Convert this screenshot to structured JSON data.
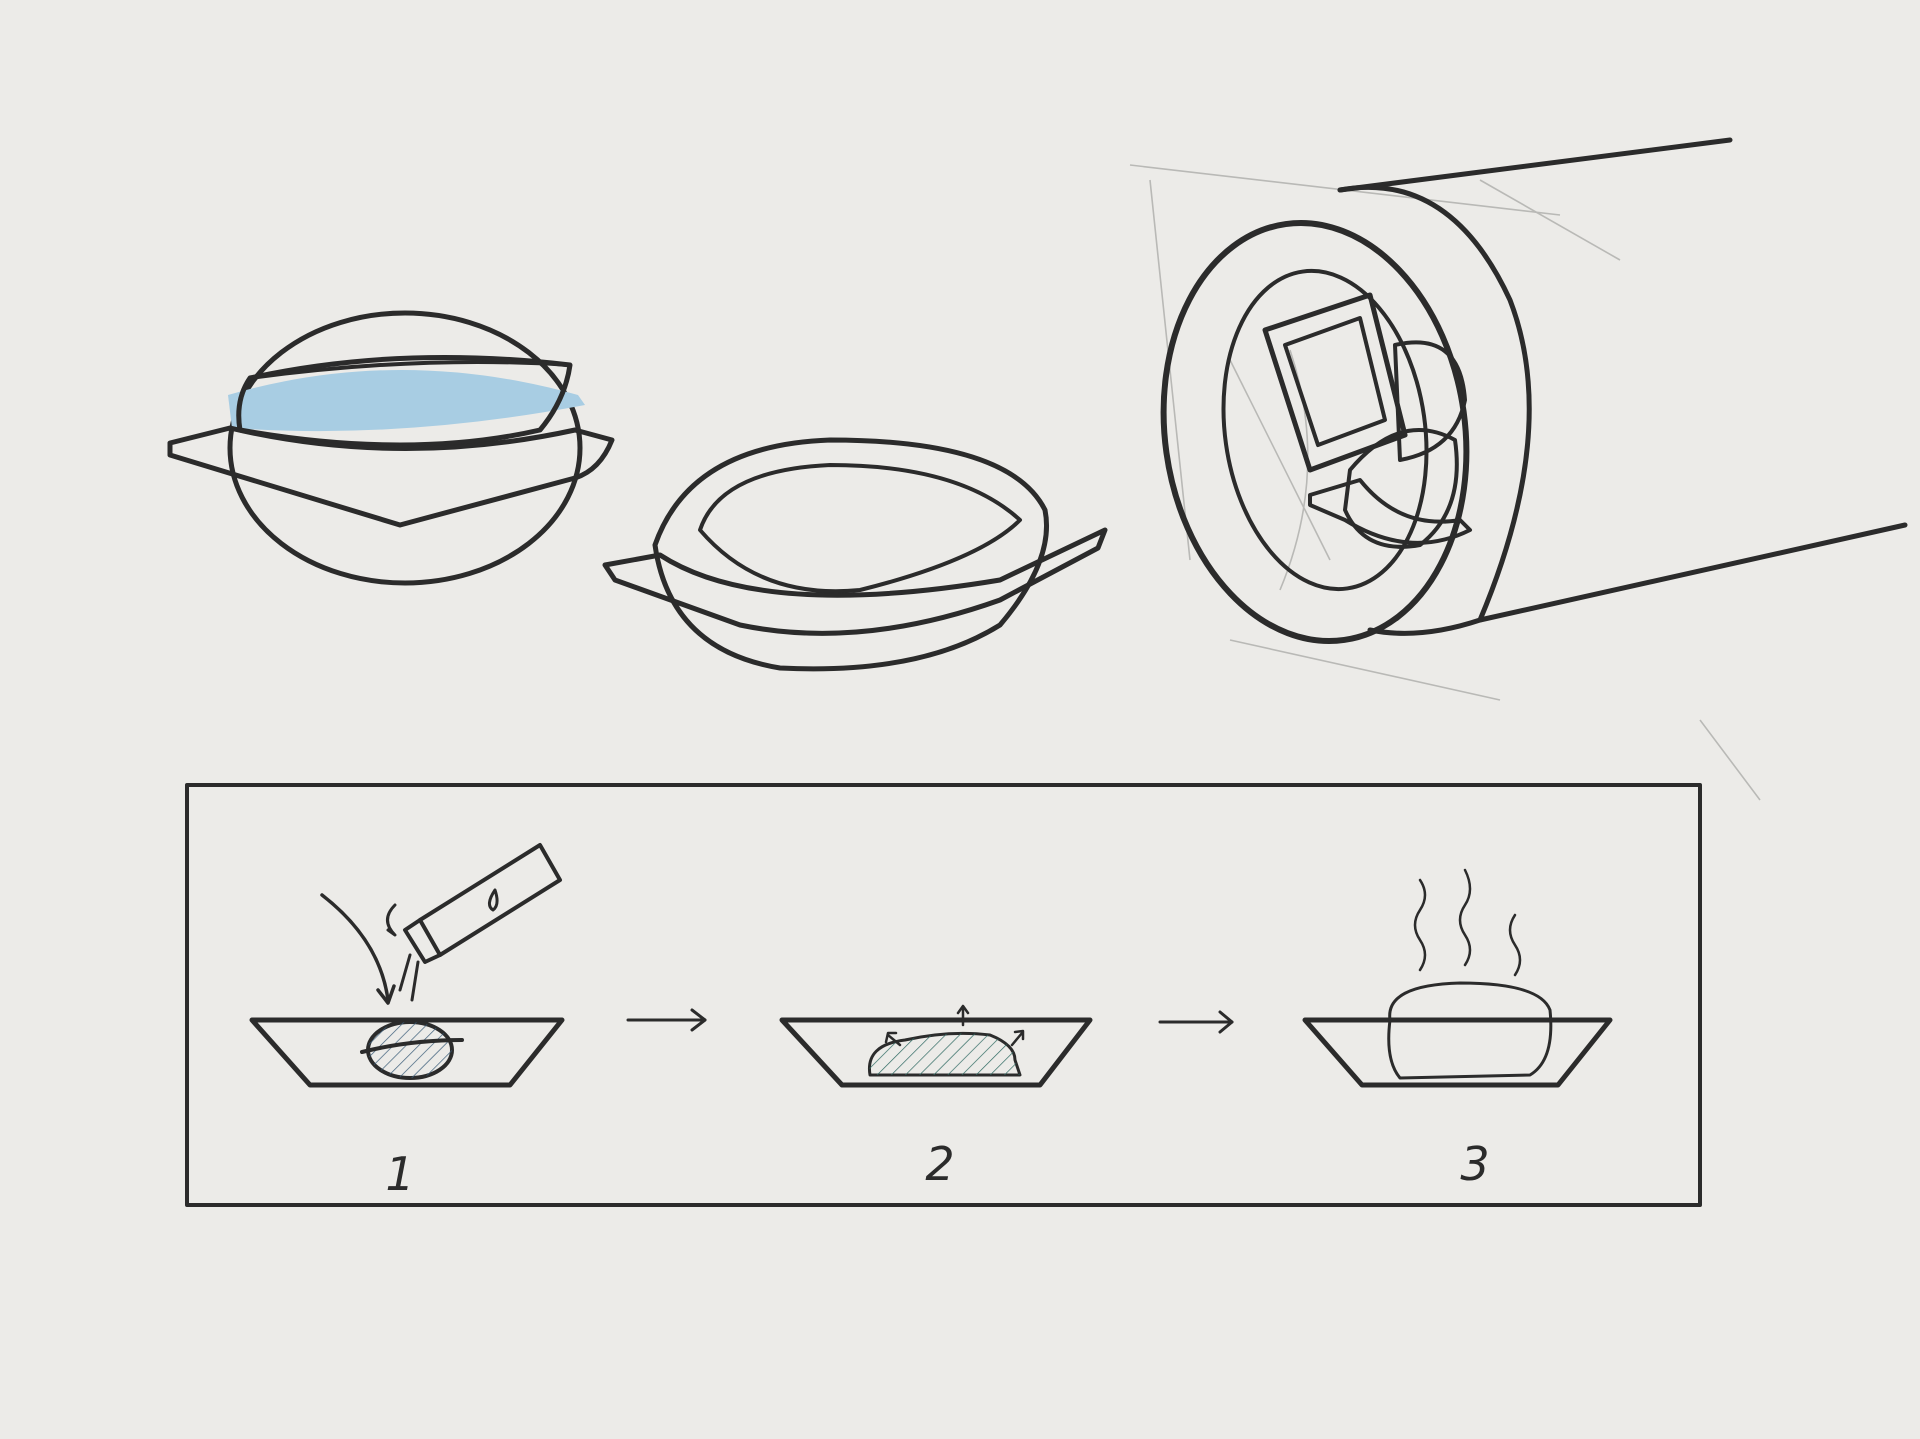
{
  "colors": {
    "paper": "#ecebe8",
    "ink": "#2b2b2b",
    "pod_blue": "#bcd9ea",
    "pod_blue_dark": "#9fc2da",
    "dissolved_teal": "#a7d8cf",
    "bar_green": "#a8dcb8"
  },
  "process": {
    "steps": [
      {
        "number": "1"
      },
      {
        "number": "2"
      },
      {
        "number": "3"
      }
    ]
  }
}
